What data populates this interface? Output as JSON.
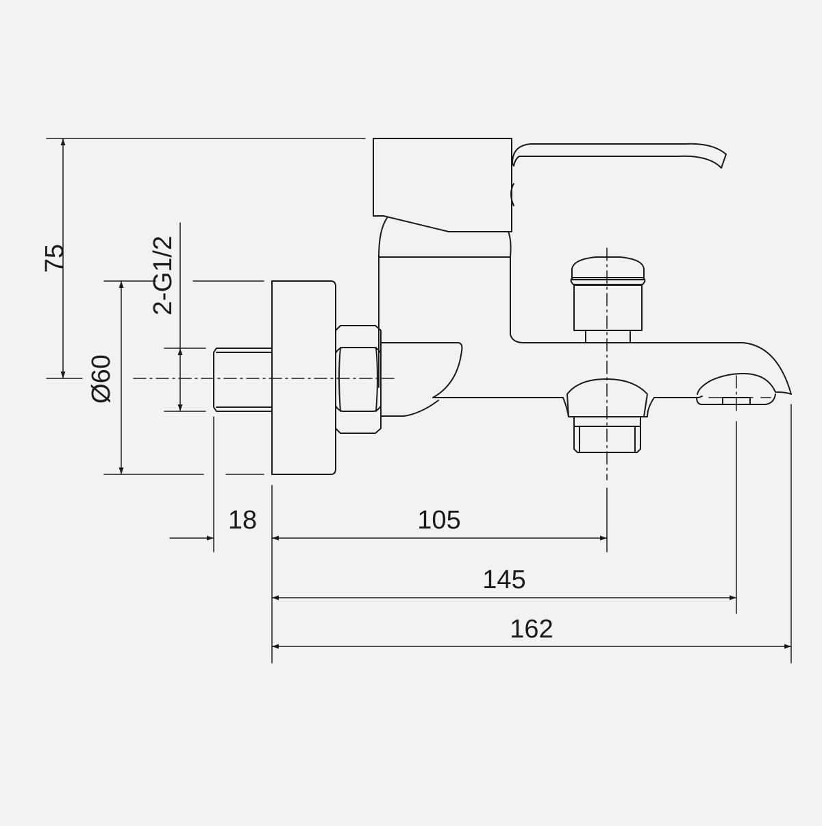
{
  "diagram": {
    "dimensions": {
      "height_total": "75",
      "thread": "2-G1/2",
      "flange_diameter": "Ø60",
      "inlet_length": "18",
      "outlet_offset": "105",
      "spout_outlet_offset": "145",
      "total_length": "162"
    },
    "colors": {
      "background": "#f2f2f2",
      "stroke": "#1a1a1a"
    }
  }
}
